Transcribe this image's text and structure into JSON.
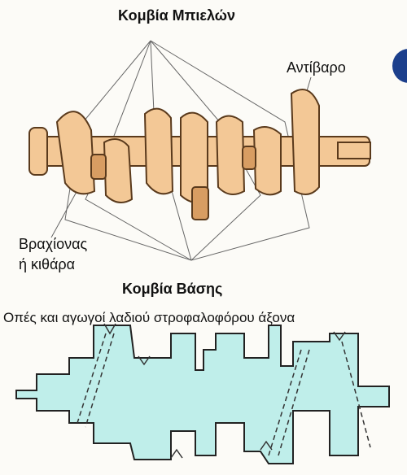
{
  "labels": {
    "crankpins": "Κομβία Μπιελών",
    "counterweight": "Αντίβαρο",
    "web_line1": "Βραχίονας",
    "web_line2": "ή κιθάρα",
    "main_journals": "Κομβία Βάσης",
    "oil_holes": "Οπές και αγωγοί λαδιού στροφαλοφόρου άξονα"
  },
  "colors": {
    "crank_fill": "#f3c896",
    "crank_shade": "#d89d62",
    "crank_outline": "#5a3a1c",
    "section_fill": "#bfeeea",
    "section_outline": "#222222",
    "accent_blob": "#1c3f8c"
  }
}
